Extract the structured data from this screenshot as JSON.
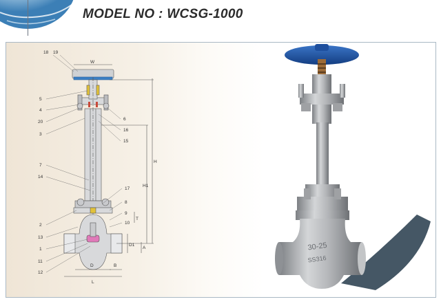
{
  "header": {
    "title": "MODEL NO : WCSG-1000"
  },
  "drawing": {
    "part_numbers": [
      "18",
      "19",
      "5",
      "4",
      "20",
      "3",
      "6",
      "16",
      "15",
      "7",
      "14",
      "17",
      "8",
      "9",
      "10",
      "2",
      "13",
      "1",
      "11",
      "12"
    ],
    "dimensions": {
      "w": "W",
      "h": "H",
      "h1": "H1",
      "d": "D",
      "d1": "D1",
      "a": "A",
      "b": "B",
      "l": "L",
      "t": "T"
    }
  },
  "photo": {
    "body_marking_1": "30-25",
    "body_marking_2": "SS316"
  },
  "colors": {
    "handwheel": "#1e4f9e",
    "valve_steel": "#a9abad",
    "shadow": "#243a4a",
    "drawing_body": "#d8d9db",
    "gland_yellow": "#e2c23a",
    "packing_green": "#6fb050",
    "disc_pink": "#e07ab9",
    "bolt_red": "#c84a3a"
  }
}
